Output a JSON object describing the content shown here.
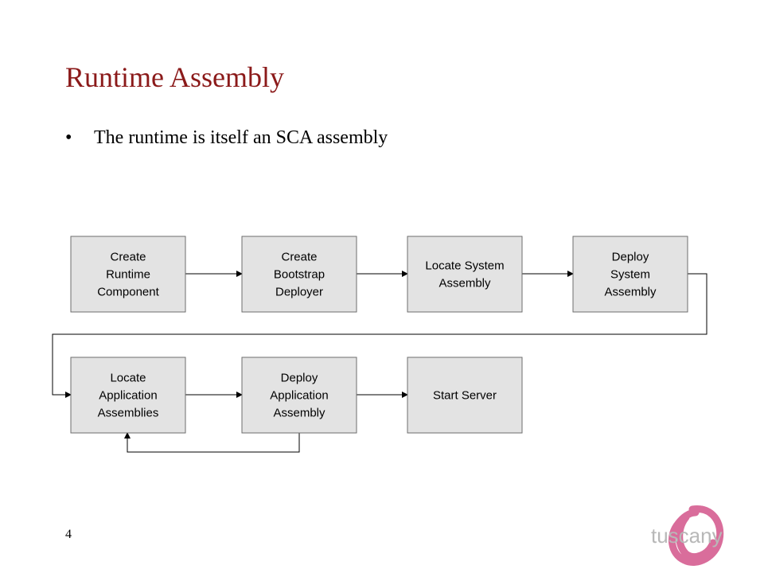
{
  "slide": {
    "title": "Runtime Assembly",
    "bullet": "The runtime is itself an SCA assembly",
    "page_number": "4",
    "logo_text": "tuscany"
  },
  "diagram": {
    "boxes": [
      {
        "id": "create-runtime-component",
        "lines": [
          "Create",
          "Runtime",
          "Component"
        ]
      },
      {
        "id": "create-bootstrap-deployer",
        "lines": [
          "Create",
          "Bootstrap",
          "Deployer"
        ]
      },
      {
        "id": "locate-system-assembly",
        "lines": [
          "Locate System",
          "Assembly"
        ]
      },
      {
        "id": "deploy-system-assembly",
        "lines": [
          "Deploy",
          "System",
          "Assembly"
        ]
      },
      {
        "id": "locate-application-assemblies",
        "lines": [
          "Locate",
          "Application",
          "Assemblies"
        ]
      },
      {
        "id": "deploy-application-assembly",
        "lines": [
          "Deploy",
          "Application",
          "Assembly"
        ]
      },
      {
        "id": "start-server",
        "lines": [
          "Start Server"
        ]
      }
    ]
  },
  "colors": {
    "title": "#8b1a1a",
    "box_fill": "#e3e3e3",
    "box_stroke": "#6e6e6e",
    "logo_ring": "#d2548a",
    "logo_text": "#b8b8b8"
  }
}
